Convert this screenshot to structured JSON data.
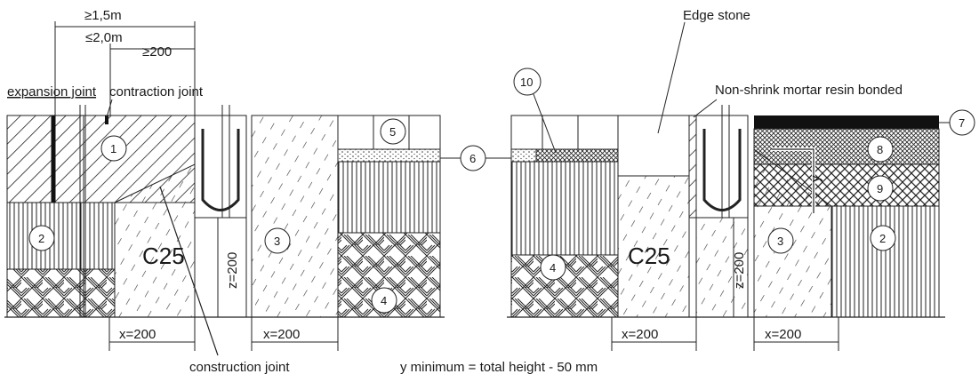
{
  "dimensions": {
    "max_spacing_top": "≥1,5m",
    "max_spacing_second": "≤2,0m",
    "min_distance": "≥200",
    "x_left_1": "x=200",
    "x_left_2": "x=200",
    "x_right_1": "x=200",
    "x_right_2": "x=200",
    "z_left": "z=200",
    "z_right": "z=200",
    "y_mark": "y"
  },
  "labels": {
    "expansion_joint": "expansion joint",
    "contraction_joint": "contraction joint",
    "construction_joint": "construction joint",
    "edge_stone": "Edge stone",
    "mortar": "Non-shrink mortar resin bonded",
    "concrete_left": "C25",
    "concrete_right": "C25",
    "y_note": "y minimum = total height - 50 mm"
  },
  "callouts": {
    "n1": "1",
    "n2_left": "2",
    "n3_left": "3",
    "n4_left": "4",
    "n5": "5",
    "n6": "6",
    "n10": "10",
    "n7": "7",
    "n8": "8",
    "n9": "9",
    "n3_right": "3",
    "n2_right": "2",
    "n4_right": "4"
  }
}
